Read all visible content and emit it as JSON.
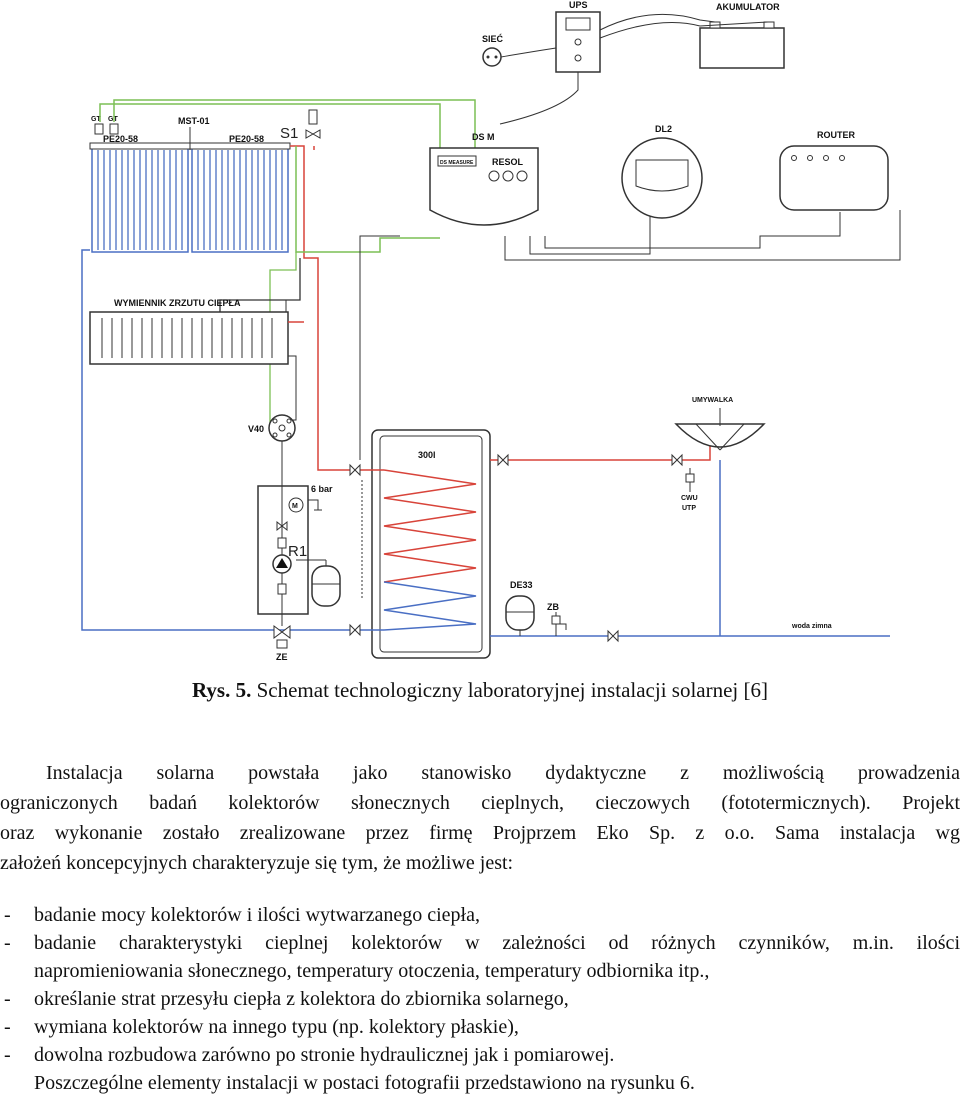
{
  "diagram": {
    "labels": {
      "ups": "UPS",
      "akumulator": "AKUMULATOR",
      "siec": "SIEĆ",
      "mst": "MST-01",
      "collector1": "PE20-58",
      "collector2": "PE20-58",
      "s1": "S1",
      "dsm": "DS M",
      "resol": "RESOL",
      "dl2": "DL2",
      "router": "ROUTER",
      "exchanger": "WYMIENNIK ZRZUTU CIEPŁA",
      "v40": "V40",
      "tank": "300l",
      "umywalka": "UMYWALKA",
      "cwu": "CWU",
      "utp": "UTP",
      "bar": "6 bar",
      "r1": "R1",
      "m": "M",
      "de33": "DE33",
      "zb": "ZB",
      "ze": "ZE",
      "woda": "woda zimna",
      "gt1": "GT",
      "gt2": "GT",
      "resol_badge": "DS MEASURE"
    },
    "colors": {
      "hot": "#d8443a",
      "cold": "#4a6fc4",
      "signal": "#7cbf55",
      "line": "#333333"
    }
  },
  "caption": {
    "label": "Rys. 5.",
    "text": " Schemat technologiczny laboratoryjnej instalacji solarnej [6]"
  },
  "paragraph": {
    "lines": [
      "Instalacja solarna powstała jako stanowisko dydaktyczne z możliwością prowadzenia",
      "ograniczonych badań kolektorów słonecznych cieplnych, cieczowych (fototermicznych). Projekt",
      "oraz wykonanie zostało zrealizowane przez firmę Projprzem Eko Sp. z o.o. Sama instalacja wg",
      "założeń koncepcyjnych charakteryzuje się tym, że możliwe jest:"
    ]
  },
  "list": {
    "dash": "-",
    "items": [
      "badanie mocy kolektorów i ilości wytwarzanego ciepła,",
      "badanie charakterystyki cieplnej kolektorów w zależności od różnych czynników, m.in. ilości",
      "napromieniowania słonecznego, temperatury otoczenia, temperatury odbiornika itp.,",
      "określanie strat przesyłu ciepła z kolektora do zbiornika solarnego,",
      "wymiana kolektorów na innego typu (np. kolektory płaskie),",
      "dowolna rozbudowa zarówno po stronie hydraulicznej jak i pomiarowej."
    ],
    "closing": "Poszczególne elementy instalacji w postaci fotografii przedstawiono na rysunku 6."
  }
}
